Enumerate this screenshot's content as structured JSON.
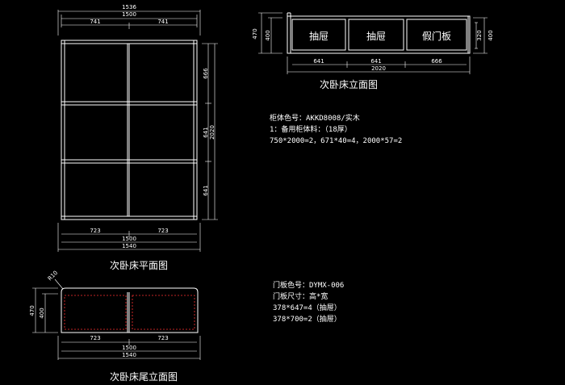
{
  "plan": {
    "dims_top": [
      "1536",
      "1500",
      "741",
      "741"
    ],
    "dims_right": [
      "666",
      "641",
      "2020",
      "641"
    ],
    "dims_bottom": [
      "723",
      "723",
      "1500",
      "1540"
    ],
    "title": "次卧床平面图"
  },
  "elevation": {
    "drawers": [
      "抽屉",
      "抽屉",
      "假门板"
    ],
    "dims_left": [
      "470",
      "400"
    ],
    "dims_right": [
      "320",
      "400"
    ],
    "dims_bottom": [
      "641",
      "641",
      "666",
      "2020"
    ],
    "title": "次卧床立面图"
  },
  "notes1": [
    "柜体色号：AKKD8008/实木",
    "1：备用柜体料：（18厚）",
    "750*2000=2，671*40=4，2000*57=2"
  ],
  "tail": {
    "radius_label": "R10",
    "dims_left": [
      "470",
      "400"
    ],
    "dims_bottom": [
      "723",
      "723",
      "1500",
      "1540"
    ],
    "title": "次卧床尾立面图"
  },
  "notes2": [
    "门板色号：DYMX-006",
    "门板尺寸：高*宽",
    "378*647=4（抽屉）",
    "378*700=2（抽屉）"
  ]
}
